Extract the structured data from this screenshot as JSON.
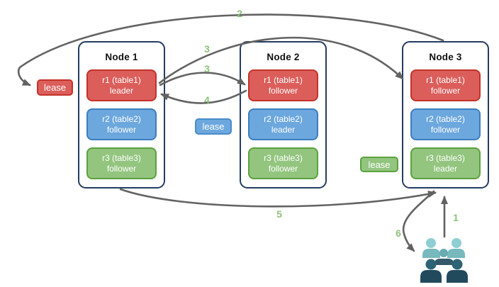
{
  "icons": {
    "clients": "users-group-icon",
    "arrowheads": "solid-gray-triangle"
  },
  "colors": {
    "background": "#FFFFFF",
    "node_border": "#253C5F",
    "replica_red_fill": "#DB5E5B",
    "replica_red_border": "#C3322A",
    "replica_blue_fill": "#6CA7DD",
    "replica_blue_border": "#3D7EBF",
    "replica_green_fill": "#93C57F",
    "replica_green_border": "#5BA23E",
    "arrow": "#626262",
    "step_label": "#8DC07B",
    "users_light_head": "#8FCED2",
    "users_light_body": "#77B9BD",
    "users_mid_head": "#68ABB0",
    "users_mid_body": "#33586A",
    "users_dark_head": "#2E6375",
    "users_dark_body": "#214A5D"
  },
  "nodes": [
    {
      "title": "Node 1",
      "replicas": [
        {
          "name": "r1 (table1)",
          "role": "leader",
          "color": "red"
        },
        {
          "name": "r2 (table2)",
          "role": "follower",
          "color": "blue"
        },
        {
          "name": "r3 (table3)",
          "role": "follower",
          "color": "green"
        }
      ]
    },
    {
      "title": "Node 2",
      "replicas": [
        {
          "name": "r1 (table1)",
          "role": "follower",
          "color": "red"
        },
        {
          "name": "r2 (table2)",
          "role": "leader",
          "color": "blue"
        },
        {
          "name": "r3 (table3)",
          "role": "follower",
          "color": "green"
        }
      ]
    },
    {
      "title": "Node 3",
      "replicas": [
        {
          "name": "r1 (table1)",
          "role": "follower",
          "color": "red"
        },
        {
          "name": "r2 (table2)",
          "role": "follower",
          "color": "blue"
        },
        {
          "name": "r3 (table3)",
          "role": "leader",
          "color": "green"
        }
      ]
    }
  ],
  "leases": [
    {
      "label": "lease",
      "color": "red",
      "near": "Node 1 r1 leader"
    },
    {
      "label": "lease",
      "color": "blue",
      "near": "Node 2 r2 leader"
    },
    {
      "label": "lease",
      "color": "green",
      "near": "Node 3 r3 leader"
    }
  ],
  "steps": [
    {
      "label": "1",
      "from": "clients",
      "to": "Node 3"
    },
    {
      "label": "2",
      "from": "Node 3",
      "to": "lease at Node 1 r1"
    },
    {
      "label": "3",
      "from": "Node 1 r1 leader",
      "to": "Node 3 r1 follower"
    },
    {
      "label": "3",
      "from": "Node 1 r1 leader",
      "to": "Node 2 r1 follower"
    },
    {
      "label": "4",
      "from": "Node 2 r1 follower",
      "to": "Node 1 r1 leader"
    },
    {
      "label": "5",
      "from": "Node 1",
      "to": "Node 3"
    },
    {
      "label": "6",
      "from": "Node 3",
      "to": "clients"
    }
  ]
}
